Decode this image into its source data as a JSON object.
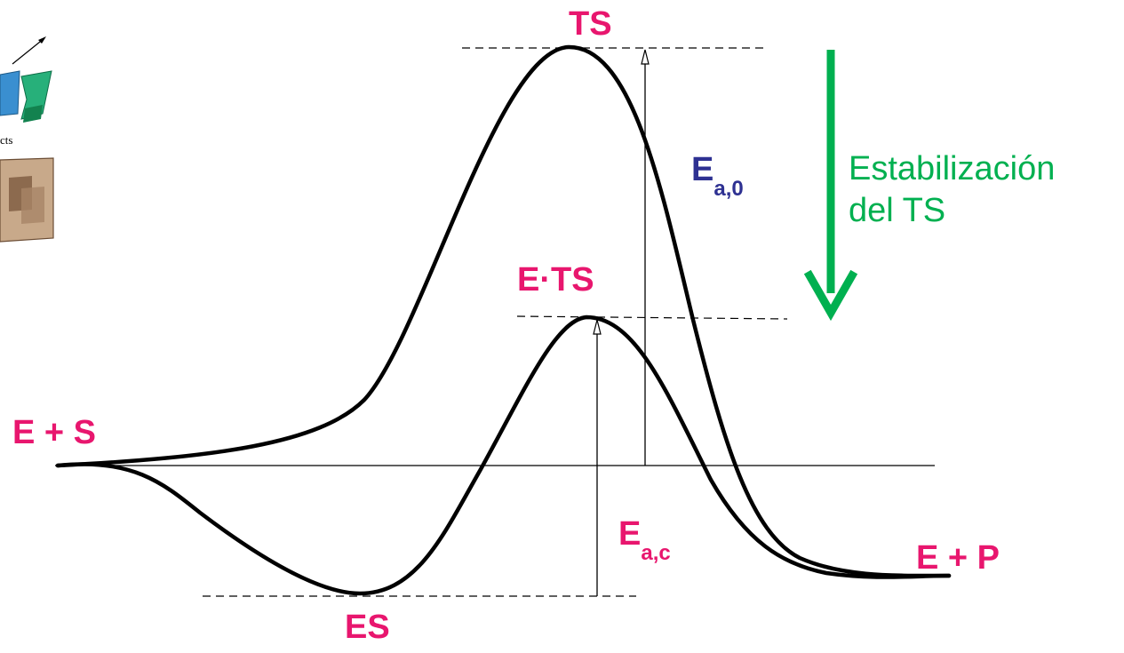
{
  "colors": {
    "state_label": "#e8166e",
    "uncatalyzed_barrier": "#2e3192",
    "catalyzed_barrier": "#e8166e",
    "stabilization": "#00b050",
    "curve": "#000000",
    "figure_snippet_green": "#27b07a",
    "figure_snippet_blue": "#3a8fd0",
    "figure_snippet_enzyme": "#c8a98a"
  },
  "icons": [
    "reaction-arrow-icon",
    "product-molecules-icon",
    "enzyme-pocket-icon"
  ],
  "figure_snippet": {
    "text": "cts"
  },
  "labels": {
    "ts": "TS",
    "e_ts": "E·TS",
    "e_plus_s": "E + S",
    "es": "ES",
    "e_plus_p": "E + P"
  },
  "barriers": {
    "uncatalyzed": {
      "main": "E",
      "subscript": "a,0"
    },
    "catalyzed": {
      "main": "E",
      "subscript": "a,c"
    }
  },
  "stabilization": {
    "line1": "Estabilización",
    "line2": "del TS"
  }
}
